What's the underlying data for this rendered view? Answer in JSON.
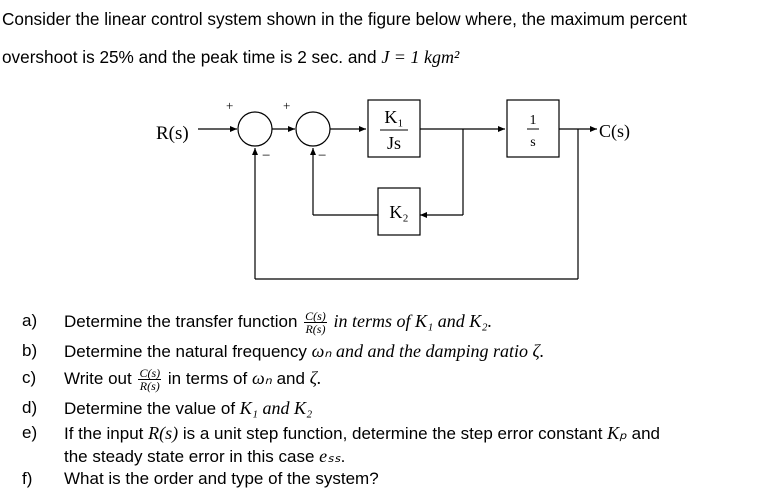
{
  "intro": {
    "line1": "Consider the linear control system shown in the figure below where, the maximum percent",
    "line2_text": "overshoot is 25% and the peak time is 2 sec. and",
    "line2_math": "J = 1 kgm²"
  },
  "diagram": {
    "input_label": "R(s)",
    "output_label": "C(s)",
    "sum1_plus": "+",
    "sum1_minus": "−",
    "sum2_plus": "+",
    "sum2_minus": "−",
    "block1_num": "K₁",
    "block1_den": "Js",
    "block2_num": "1",
    "block2_den": "s",
    "block3_label": "K₂"
  },
  "questions": [
    {
      "label": "a)",
      "text": "Determine the transfer function",
      "frac_num": "C(s)",
      "frac_den": "R(s)",
      "tail": "in terms of K₁ and K₂."
    },
    {
      "label": "b)",
      "text": "Determine the natural frequency",
      "tail": "ωₙ and and the damping ratio ζ."
    },
    {
      "label": "c)",
      "text": "Write out",
      "frac_num": "C(s)",
      "frac_den": "R(s)",
      "tail_text": "in terms of",
      "tail": "ωₙ",
      "tail2_text": "and",
      "tail2": "ζ."
    },
    {
      "label": "d)",
      "text": "Determine the value of",
      "tail": "K₁ and K₂"
    },
    {
      "label": "e)",
      "text": "If the input",
      "math1": "R(s)",
      "text2": "is a unit step function, determine the step error constant",
      "math2": "Kₚ",
      "text3": "and"
    },
    {
      "label": "",
      "text": "the steady state error in this case",
      "math1": "eₛₛ",
      "text2": "."
    },
    {
      "label": "f)",
      "text": "What is the order and type of the system?"
    }
  ]
}
